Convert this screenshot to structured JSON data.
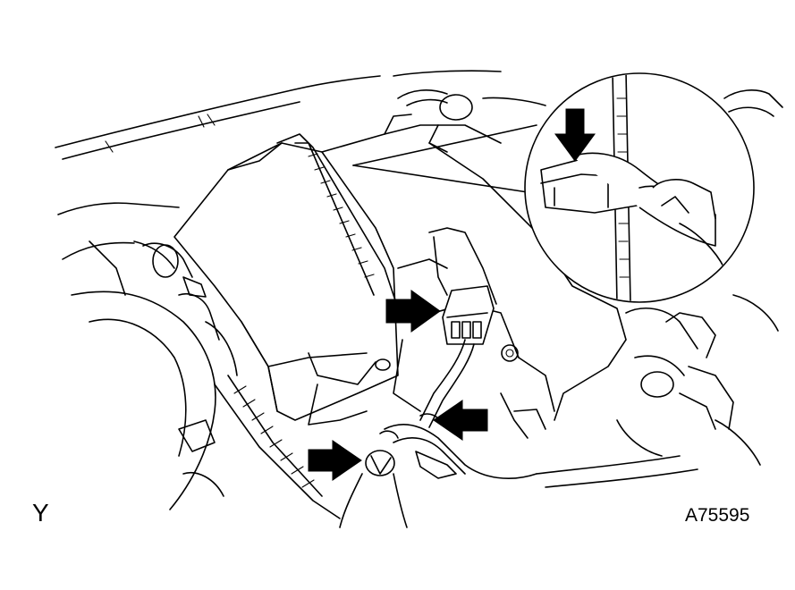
{
  "labels": {
    "view": "Y",
    "figure_id": "A75595"
  },
  "colors": {
    "line": "#000000",
    "background": "#ffffff",
    "arrow": "#000000"
  },
  "icons": {
    "callout_arrows": 4
  }
}
